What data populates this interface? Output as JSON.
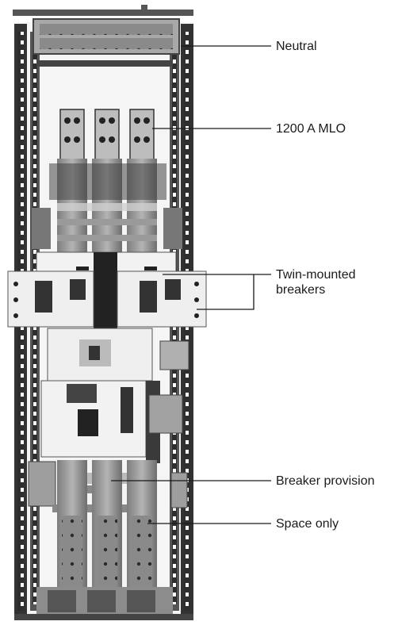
{
  "labels": {
    "neutral": "Neutral",
    "mlo": "1200 A MLO",
    "twin_line1": "Twin-mounted",
    "twin_line2": "breakers",
    "breaker_provision": "Breaker provision",
    "space_only": "Space only"
  },
  "colors": {
    "background": "#ffffff",
    "frame_dark": "#3a3a3a",
    "metal": "#9a9a9a",
    "metal_light": "#c8c8c8",
    "breaker_body": "#f0f0f0",
    "leader": "#1a1a1a"
  }
}
